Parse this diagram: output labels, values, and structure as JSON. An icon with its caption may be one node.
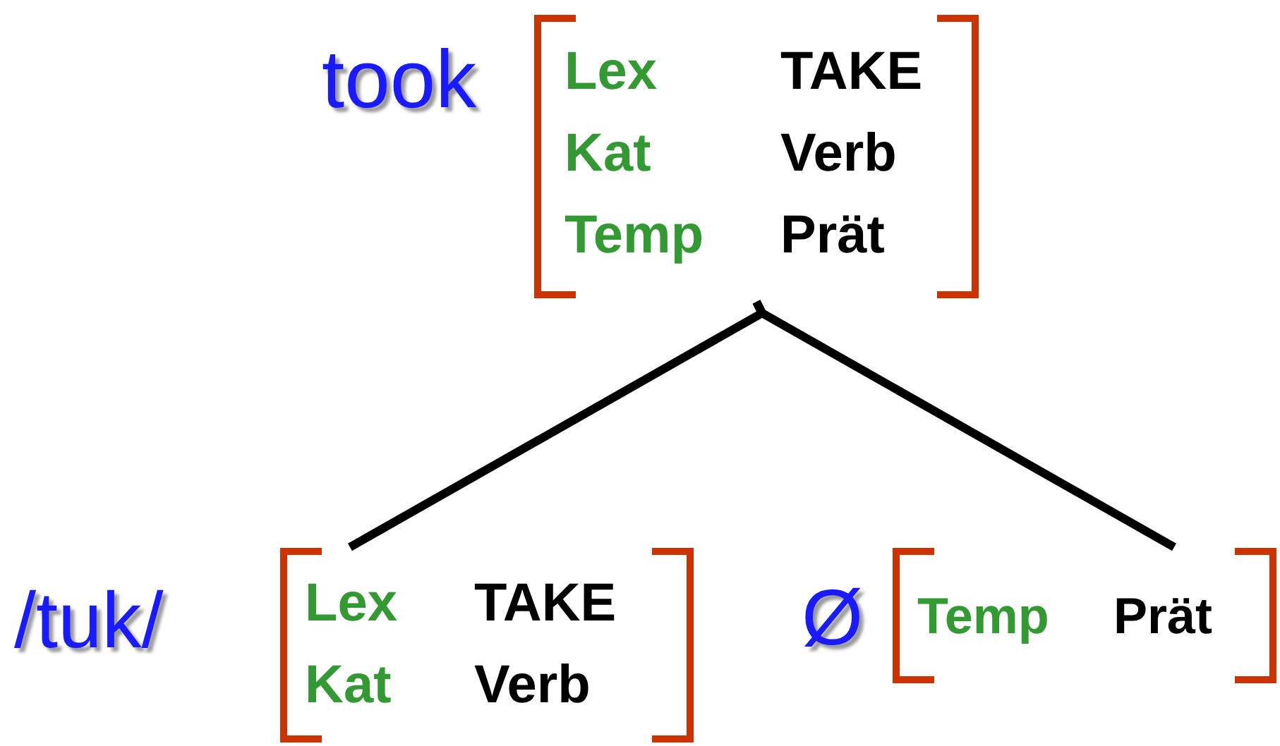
{
  "diagram": {
    "nodes": [
      {
        "text": [
          "Lex",
          "TAKE",
          "Kat",
          "Verb",
          "Temp",
          "Prät"
        ],
        "beside": [
          "took"
        ]
      },
      {
        "text": [
          "Lex",
          "TAKE",
          "Kat",
          "Verb"
        ],
        "beside": [
          "/tuk/"
        ]
      },
      {
        "text": [
          "Temp",
          "Prät"
        ],
        "beside": [
          "Ø"
        ]
      }
    ],
    "edges": [
      {
        "from": 0,
        "to": 1,
        "arrow": "none"
      },
      {
        "from": 0,
        "to": 2,
        "arrow": "none"
      }
    ]
  }
}
